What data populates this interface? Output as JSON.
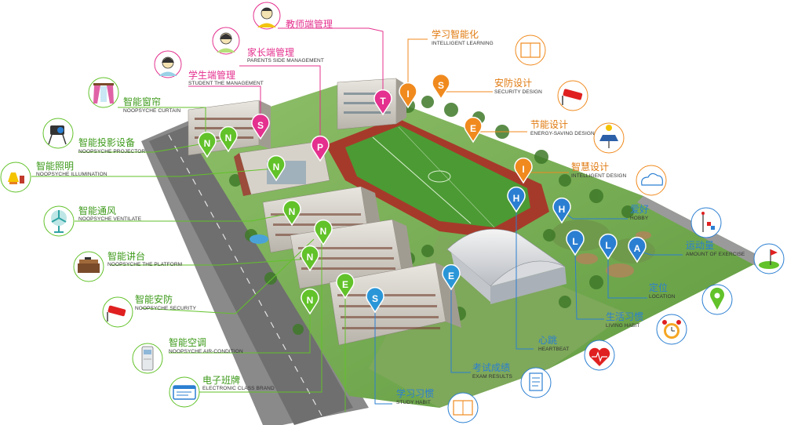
{
  "labels": {
    "teacher": {
      "zh": "教师端管理"
    },
    "parents": {
      "zh": "家长端管理",
      "en": "PARENTS SIDE MANAGEMENT"
    },
    "student": {
      "zh": "学生端管理",
      "en": "STUDENT THE MANAGEMENT"
    },
    "curtain": {
      "zh": "智能窗帘",
      "en": "NOOPSYCHE CURTAIN"
    },
    "projector": {
      "zh": "智能投影设备",
      "en": "NOOPSYCHE PROJECTOR"
    },
    "illumination": {
      "zh": "智能照明",
      "en": "NOOPSYCHE ILLUMINATION"
    },
    "ventilate": {
      "zh": "智能通风",
      "en": "NOOPSYCHE VENTILATE"
    },
    "platform": {
      "zh": "智能讲台",
      "en": "NOOPSYCHE THE PLATFORM"
    },
    "security_n": {
      "zh": "智能安防",
      "en": "NOOPSYCHE SECURITY"
    },
    "aircon": {
      "zh": "智能空调",
      "en": "NOOPSYCHE AIR-CONDITION"
    },
    "classbrand": {
      "zh": "电子班牌",
      "en": "ELECTRONIC CLASS BRAND"
    },
    "learning": {
      "zh": "学习智能化",
      "en": "INTELLIGENT LEARNING"
    },
    "security_d": {
      "zh": "安防设计",
      "en": "SECURITY DESIGN"
    },
    "energy": {
      "zh": "节能设计",
      "en": "ENERGY-SAVING DESIGN"
    },
    "intelligent": {
      "zh": "智慧设计",
      "en": "INTELLIGENT DESIGN"
    },
    "hobby": {
      "zh": "爱好",
      "en": "HOBBY"
    },
    "exercise": {
      "zh": "运动量",
      "en": "AMOUNT OF EXERCISE"
    },
    "location": {
      "zh": "定位",
      "en": "LOCATION"
    },
    "living": {
      "zh": "生活习惯",
      "en": "LIVING HABIT"
    },
    "heartbeat": {
      "zh": "心跳",
      "en": "HEARTBEAT"
    },
    "exam": {
      "zh": "考试成绩",
      "en": "EXAM RESULTS"
    },
    "study": {
      "zh": "学习习惯",
      "en": "STUDY HABIT"
    }
  },
  "pins": {
    "T": "T",
    "P": "P",
    "S": "S",
    "I": "I",
    "E": "E",
    "N": "N",
    "H": "H",
    "L": "L",
    "A": "A"
  },
  "colors": {
    "pink": "#e4308e",
    "green": "#62c22a",
    "orange": "#f08a1e",
    "blue": "#2b7fd2",
    "lightblue": "#2a96d8",
    "field": "#4c9a34",
    "track": "#a63a2a"
  }
}
